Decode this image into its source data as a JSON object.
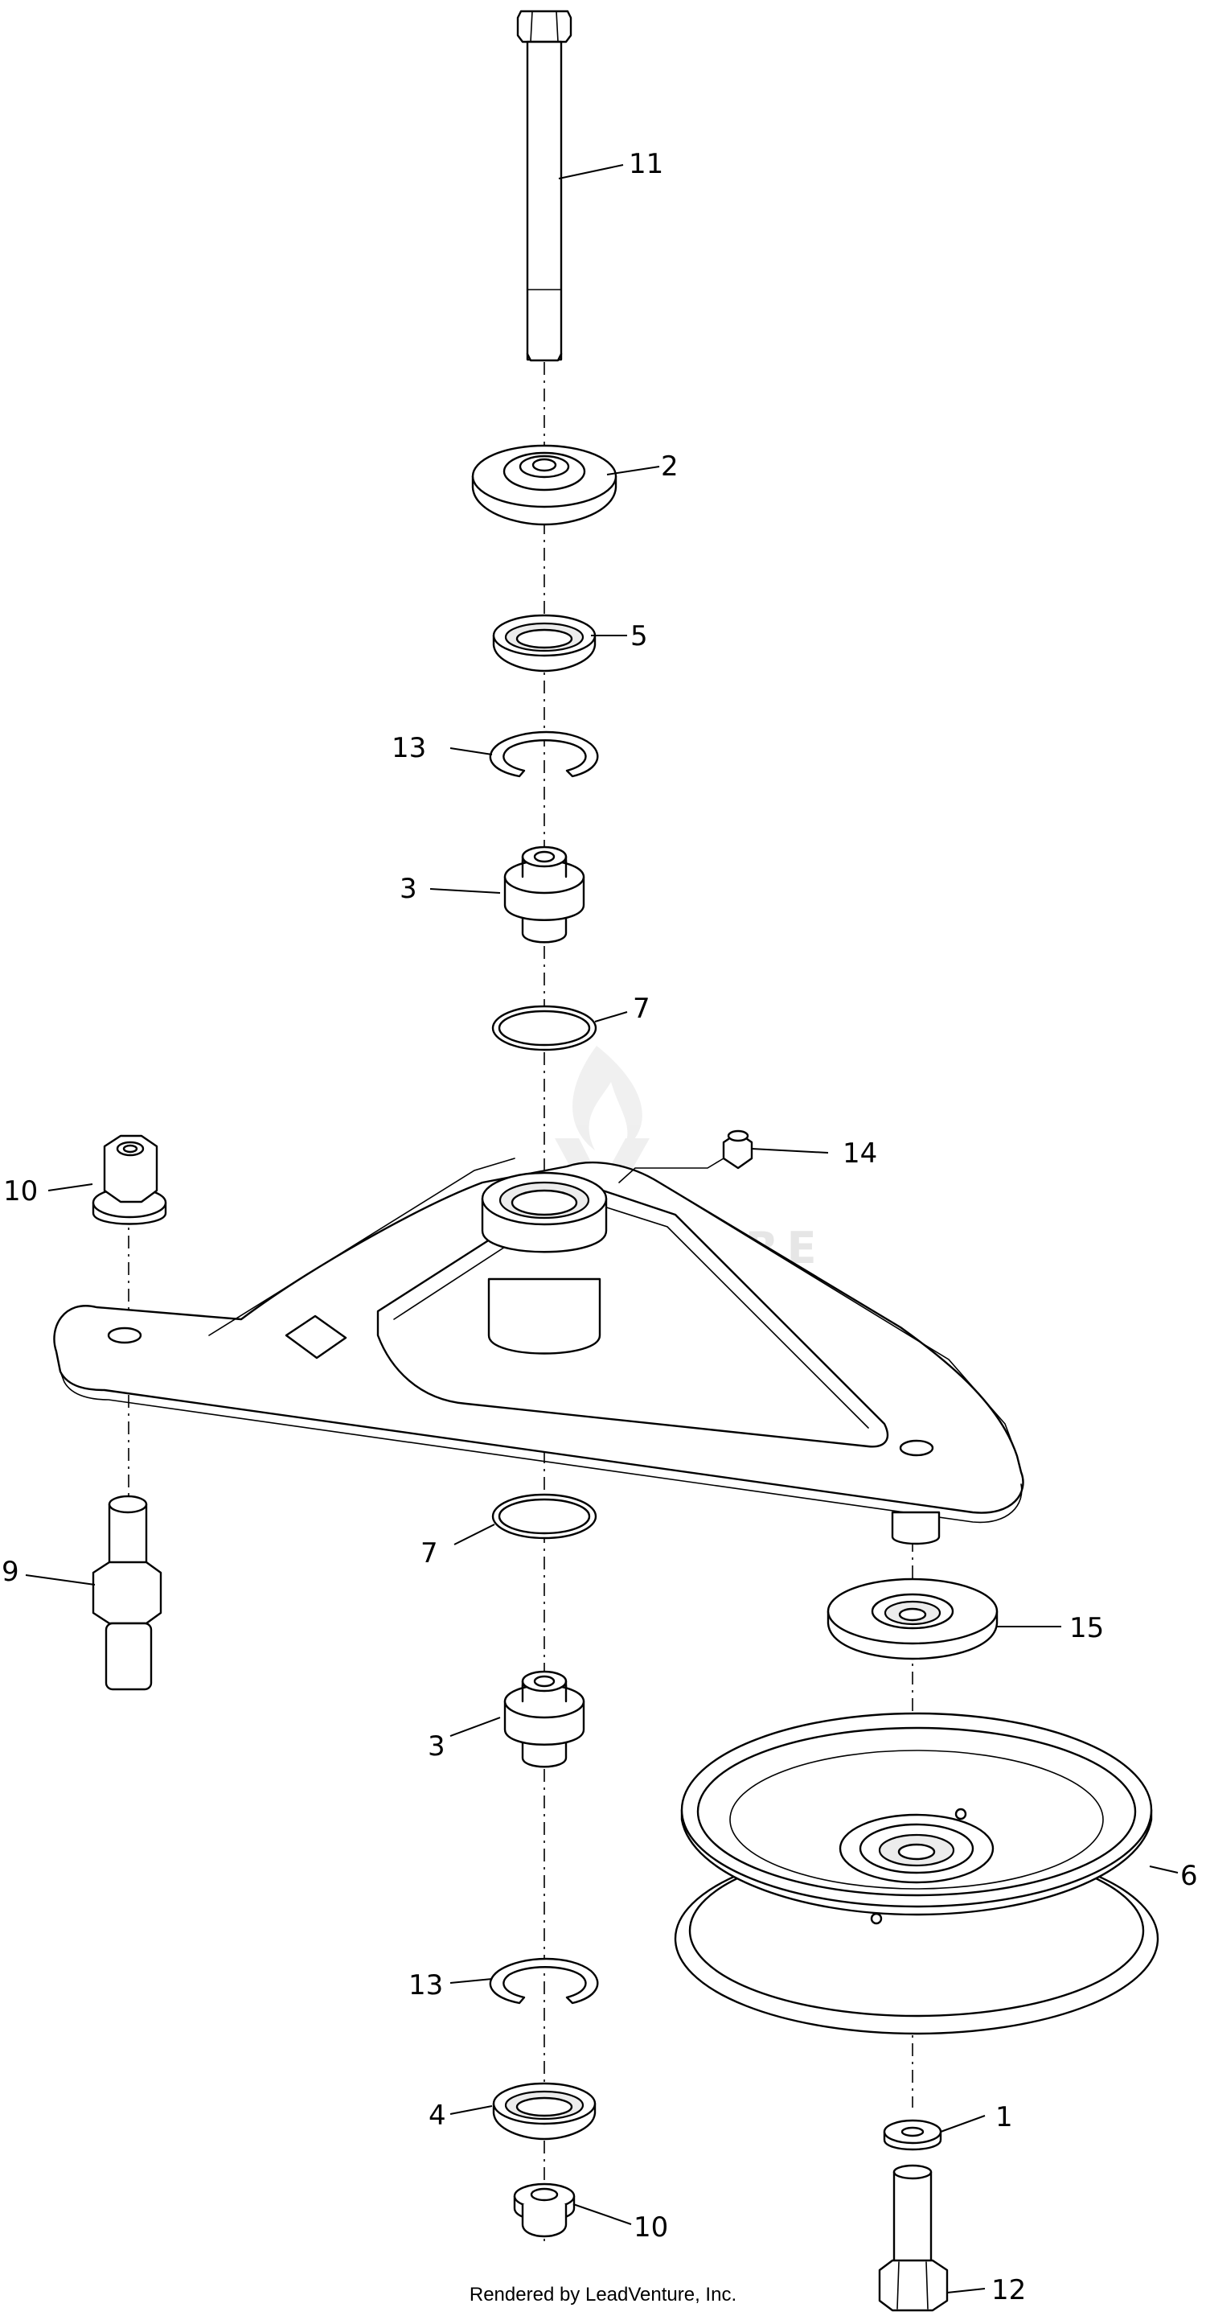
{
  "callouts": {
    "c11": "11",
    "c2": "2",
    "c5": "5",
    "c13_top": "13",
    "c3_top": "3",
    "c7_top": "7",
    "c10_top": "10",
    "c14": "14",
    "c9": "9",
    "c7_bottom": "7",
    "c15": "15",
    "c3_bottom": "3",
    "c6": "6",
    "c13_bottom": "13",
    "c4": "4",
    "c1": "1",
    "c10_bottom": "10",
    "c12": "12"
  },
  "watermark": {
    "text": "LEADVENTURE"
  },
  "footer": {
    "text": "Rendered by LeadVenture, Inc."
  },
  "colors": {
    "line": "#000000",
    "background": "#ffffff",
    "watermark": "#e4e4e4"
  }
}
